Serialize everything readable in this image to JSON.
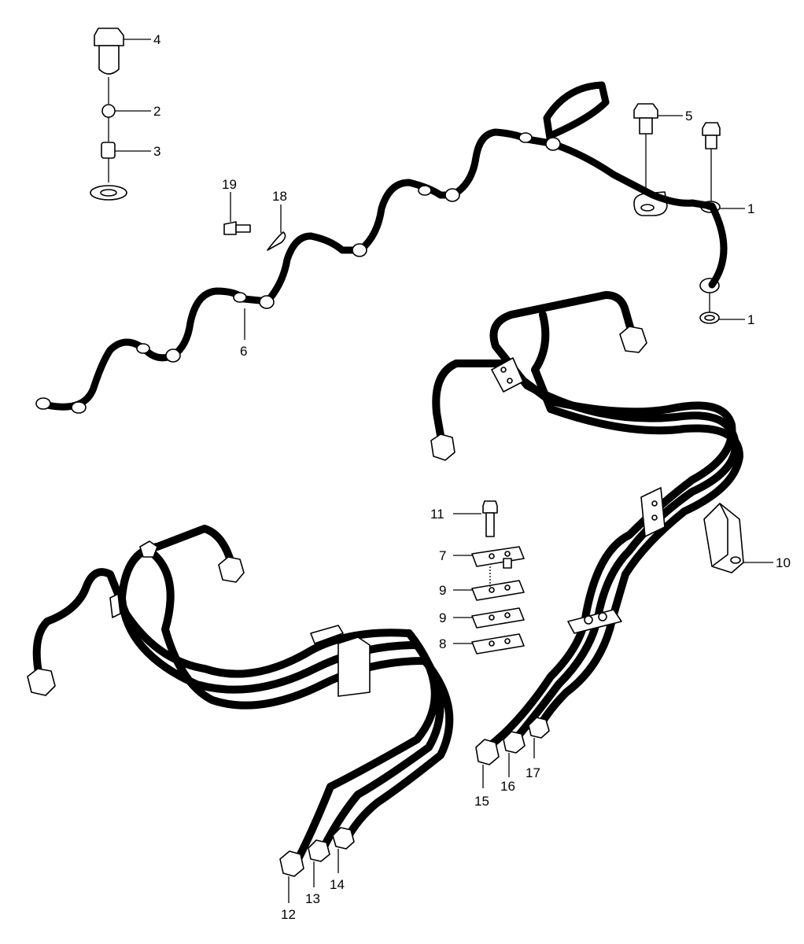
{
  "diagram": {
    "background": "#ffffff",
    "line_color": "#000000",
    "callouts": [
      {
        "id": "c4",
        "label": "4"
      },
      {
        "id": "c2",
        "label": "2"
      },
      {
        "id": "c3",
        "label": "3"
      },
      {
        "id": "c5",
        "label": "5"
      },
      {
        "id": "c1a",
        "label": "1"
      },
      {
        "id": "c1b",
        "label": "1"
      },
      {
        "id": "c19",
        "label": "19"
      },
      {
        "id": "c18",
        "label": "18"
      },
      {
        "id": "c6",
        "label": "6"
      },
      {
        "id": "c11",
        "label": "11"
      },
      {
        "id": "c7",
        "label": "7"
      },
      {
        "id": "c9a",
        "label": "9"
      },
      {
        "id": "c9b",
        "label": "9"
      },
      {
        "id": "c8",
        "label": "8"
      },
      {
        "id": "c10",
        "label": "10"
      },
      {
        "id": "c15",
        "label": "15"
      },
      {
        "id": "c16",
        "label": "16"
      },
      {
        "id": "c17",
        "label": "17"
      },
      {
        "id": "c12",
        "label": "12"
      },
      {
        "id": "c13",
        "label": "13"
      },
      {
        "id": "c14",
        "label": "14"
      }
    ]
  }
}
